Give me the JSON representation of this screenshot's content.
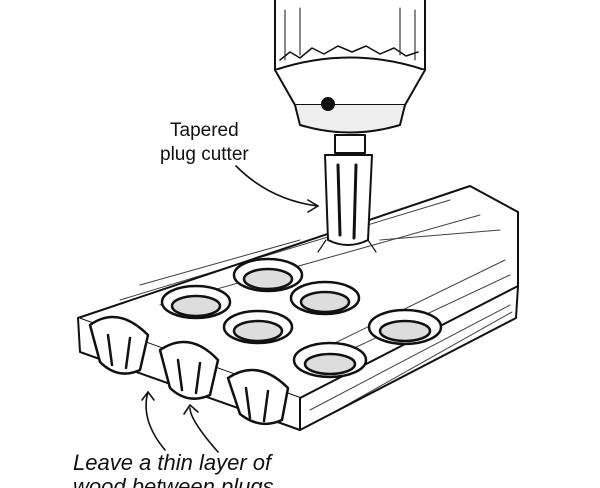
{
  "labels": {
    "cutter_line1": "Tapered",
    "cutter_line2": "plug cutter",
    "note_line1": "Leave a thin layer of",
    "note_line2": "wood between plugs"
  },
  "colors": {
    "ink": "#111111",
    "paper": "#ffffff"
  }
}
